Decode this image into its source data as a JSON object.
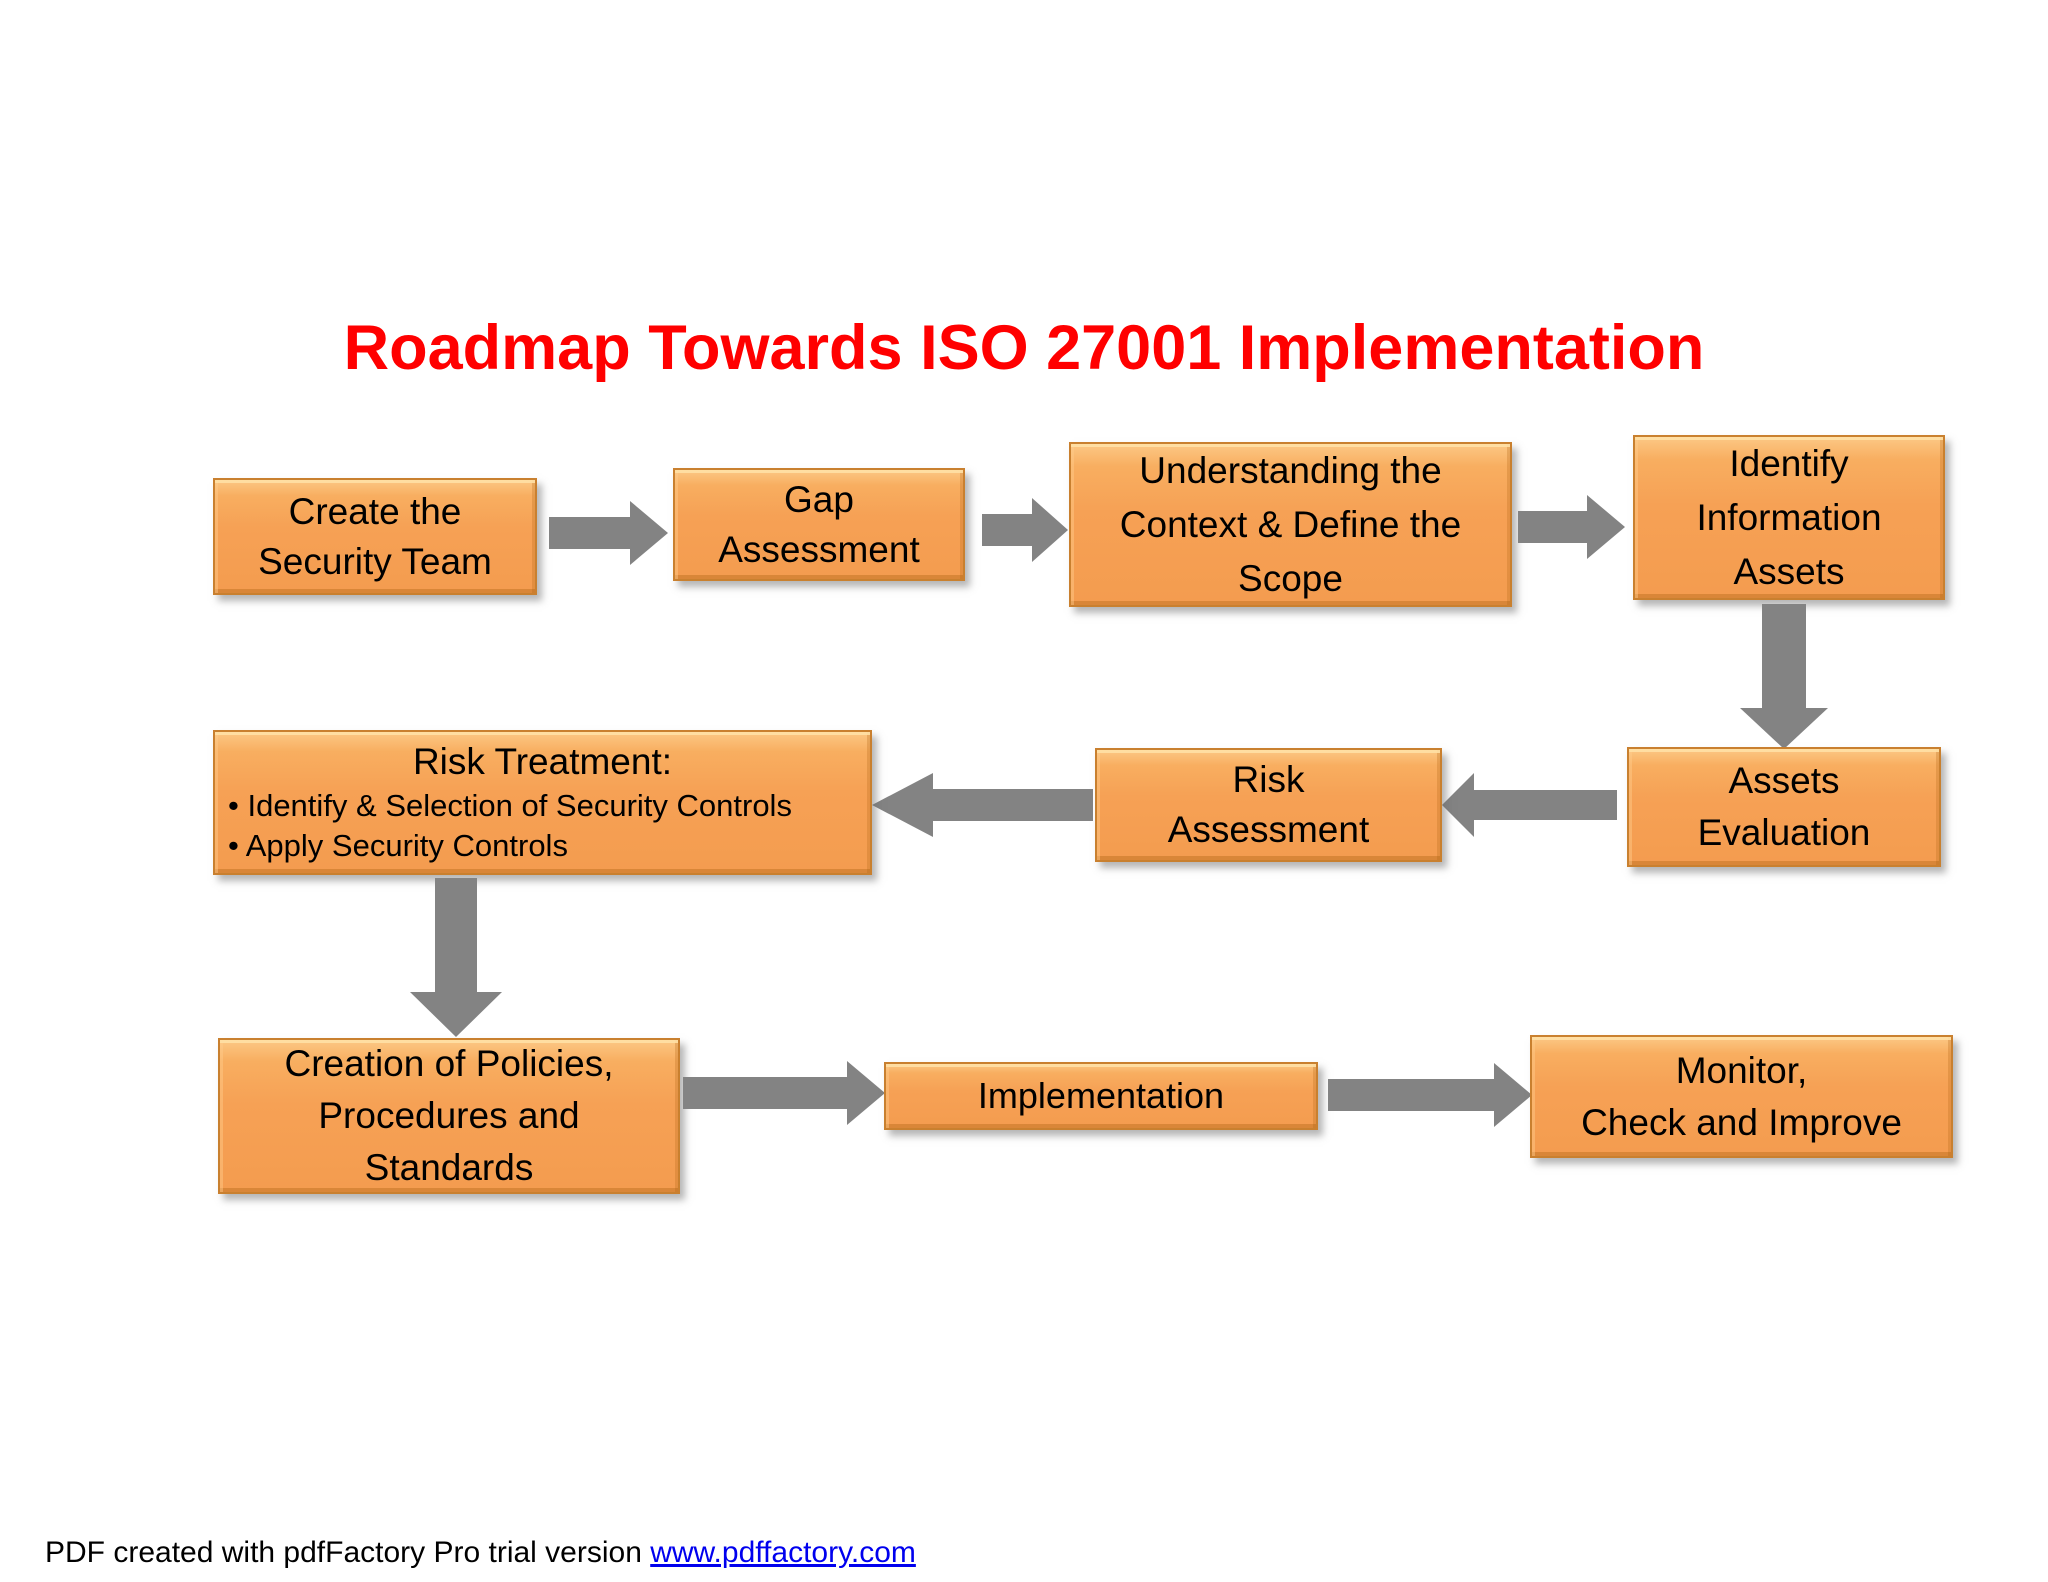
{
  "title": "Roadmap Towards ISO 27001 Implementation",
  "colors": {
    "title_red": "#FF0000",
    "box_fill": "#F6A155",
    "box_highlight": "#FCC885",
    "box_border": "#C9802F",
    "arrow_gray": "#838383",
    "link_blue": "#0000EE",
    "text": "#000000"
  },
  "flow": {
    "steps": [
      {
        "id": "create-security-team",
        "lines": [
          "Create the",
          "Security Team"
        ]
      },
      {
        "id": "gap-assessment",
        "lines": [
          "Gap",
          "Assessment"
        ]
      },
      {
        "id": "understanding-context",
        "lines": [
          "Understanding the",
          "Context & Define the",
          "Scope"
        ]
      },
      {
        "id": "identify-information-assets",
        "lines": [
          "Identify",
          "Information",
          "Assets"
        ]
      },
      {
        "id": "assets-evaluation",
        "lines": [
          "Assets",
          "Evaluation"
        ]
      },
      {
        "id": "risk-assessment",
        "lines": [
          "Risk",
          "Assessment"
        ]
      },
      {
        "id": "risk-treatment",
        "title": "Risk Treatment:",
        "bullets": [
          "• Identify & Selection of Security Controls",
          "•  Apply Security Controls"
        ]
      },
      {
        "id": "creation-policies",
        "lines": [
          "Creation of Policies,",
          "Procedures and",
          "Standards"
        ]
      },
      {
        "id": "implementation",
        "lines": [
          "Implementation"
        ]
      },
      {
        "id": "monitor-check-improve",
        "lines": [
          "Monitor,",
          "Check and Improve"
        ]
      }
    ]
  },
  "footer": {
    "prefix": "PDF created with pdfFactory Pro trial version ",
    "link": "www.pdffactory.com"
  }
}
